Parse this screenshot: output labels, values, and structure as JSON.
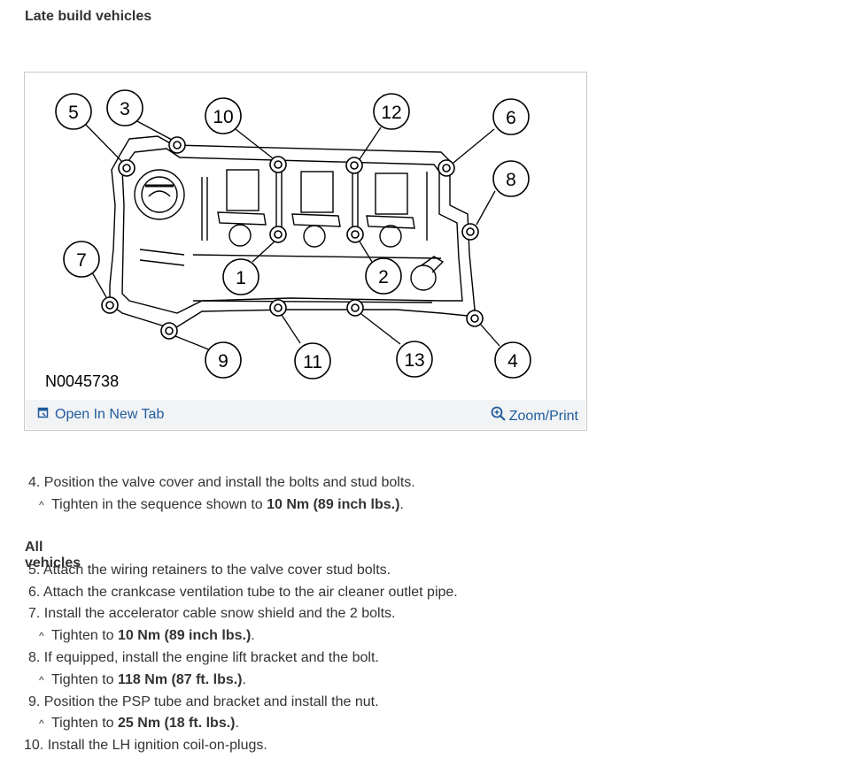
{
  "sections": {
    "late_heading": "Late build vehicles",
    "all_heading": "All vehicles"
  },
  "figure": {
    "id_code": "N0045738",
    "open_tab_label": "Open In New Tab",
    "zoom_label": "Zoom/Print",
    "callouts": [
      "1",
      "2",
      "3",
      "4",
      "5",
      "6",
      "7",
      "8",
      "9",
      "10",
      "11",
      "12",
      "13"
    ]
  },
  "steps": [
    {
      "n": "4.",
      "text": "Position the valve cover and install the bolts and stud bolts."
    },
    {
      "n": "5.",
      "text": "Attach the wiring retainers to the valve cover stud bolts."
    },
    {
      "n": "6.",
      "text": "Attach the crankcase ventilation tube to the air cleaner outlet pipe."
    },
    {
      "n": "7.",
      "text": "Install the accelerator cable snow shield and the 2 bolts."
    },
    {
      "n": "8.",
      "text": "If equipped, install the engine lift bracket and the bolt."
    },
    {
      "n": "9.",
      "text": "Position the PSP tube and bracket and install the nut."
    },
    {
      "n": "10.",
      "text": "Install the LH ignition coil-on-plugs."
    }
  ],
  "subs": [
    {
      "caret": "^",
      "pre": "Tighten in the sequence shown to ",
      "bold": "10 Nm (89 inch lbs.)",
      "post": "."
    },
    {
      "caret": "^",
      "pre": "Tighten to ",
      "bold": "10 Nm (89 inch lbs.)",
      "post": "."
    },
    {
      "caret": "^",
      "pre": "Tighten to ",
      "bold": "118 Nm (87 ft. lbs.)",
      "post": "."
    },
    {
      "caret": "^",
      "pre": "Tighten to ",
      "bold": "25 Nm (18 ft. lbs.)",
      "post": "."
    }
  ]
}
